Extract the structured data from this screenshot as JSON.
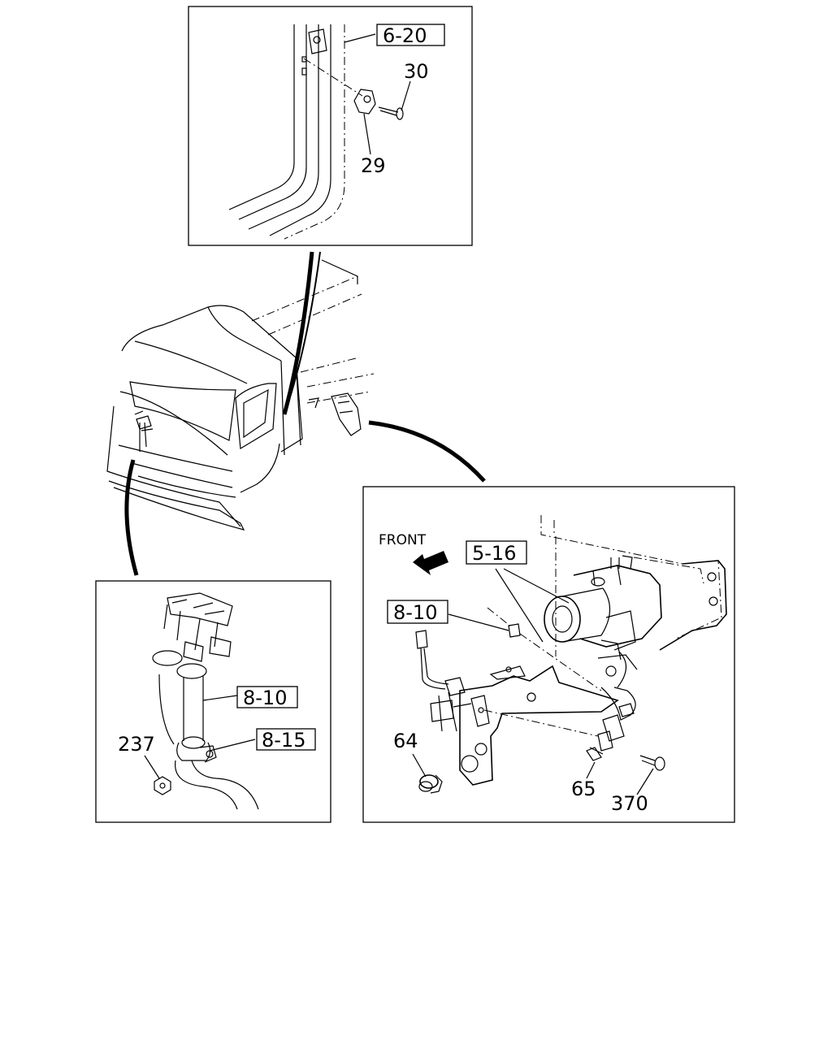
{
  "callouts": {
    "ref_6_20": "6-20",
    "part_30": "30",
    "part_29": "29",
    "front": "FRONT",
    "ref_5_16": "5-16",
    "ref_8_10_right": "8-10",
    "part_64": "64",
    "part_65": "65",
    "part_370": "370",
    "ref_8_10_left": "8-10",
    "ref_8_15": "8-15",
    "part_237": "237"
  }
}
